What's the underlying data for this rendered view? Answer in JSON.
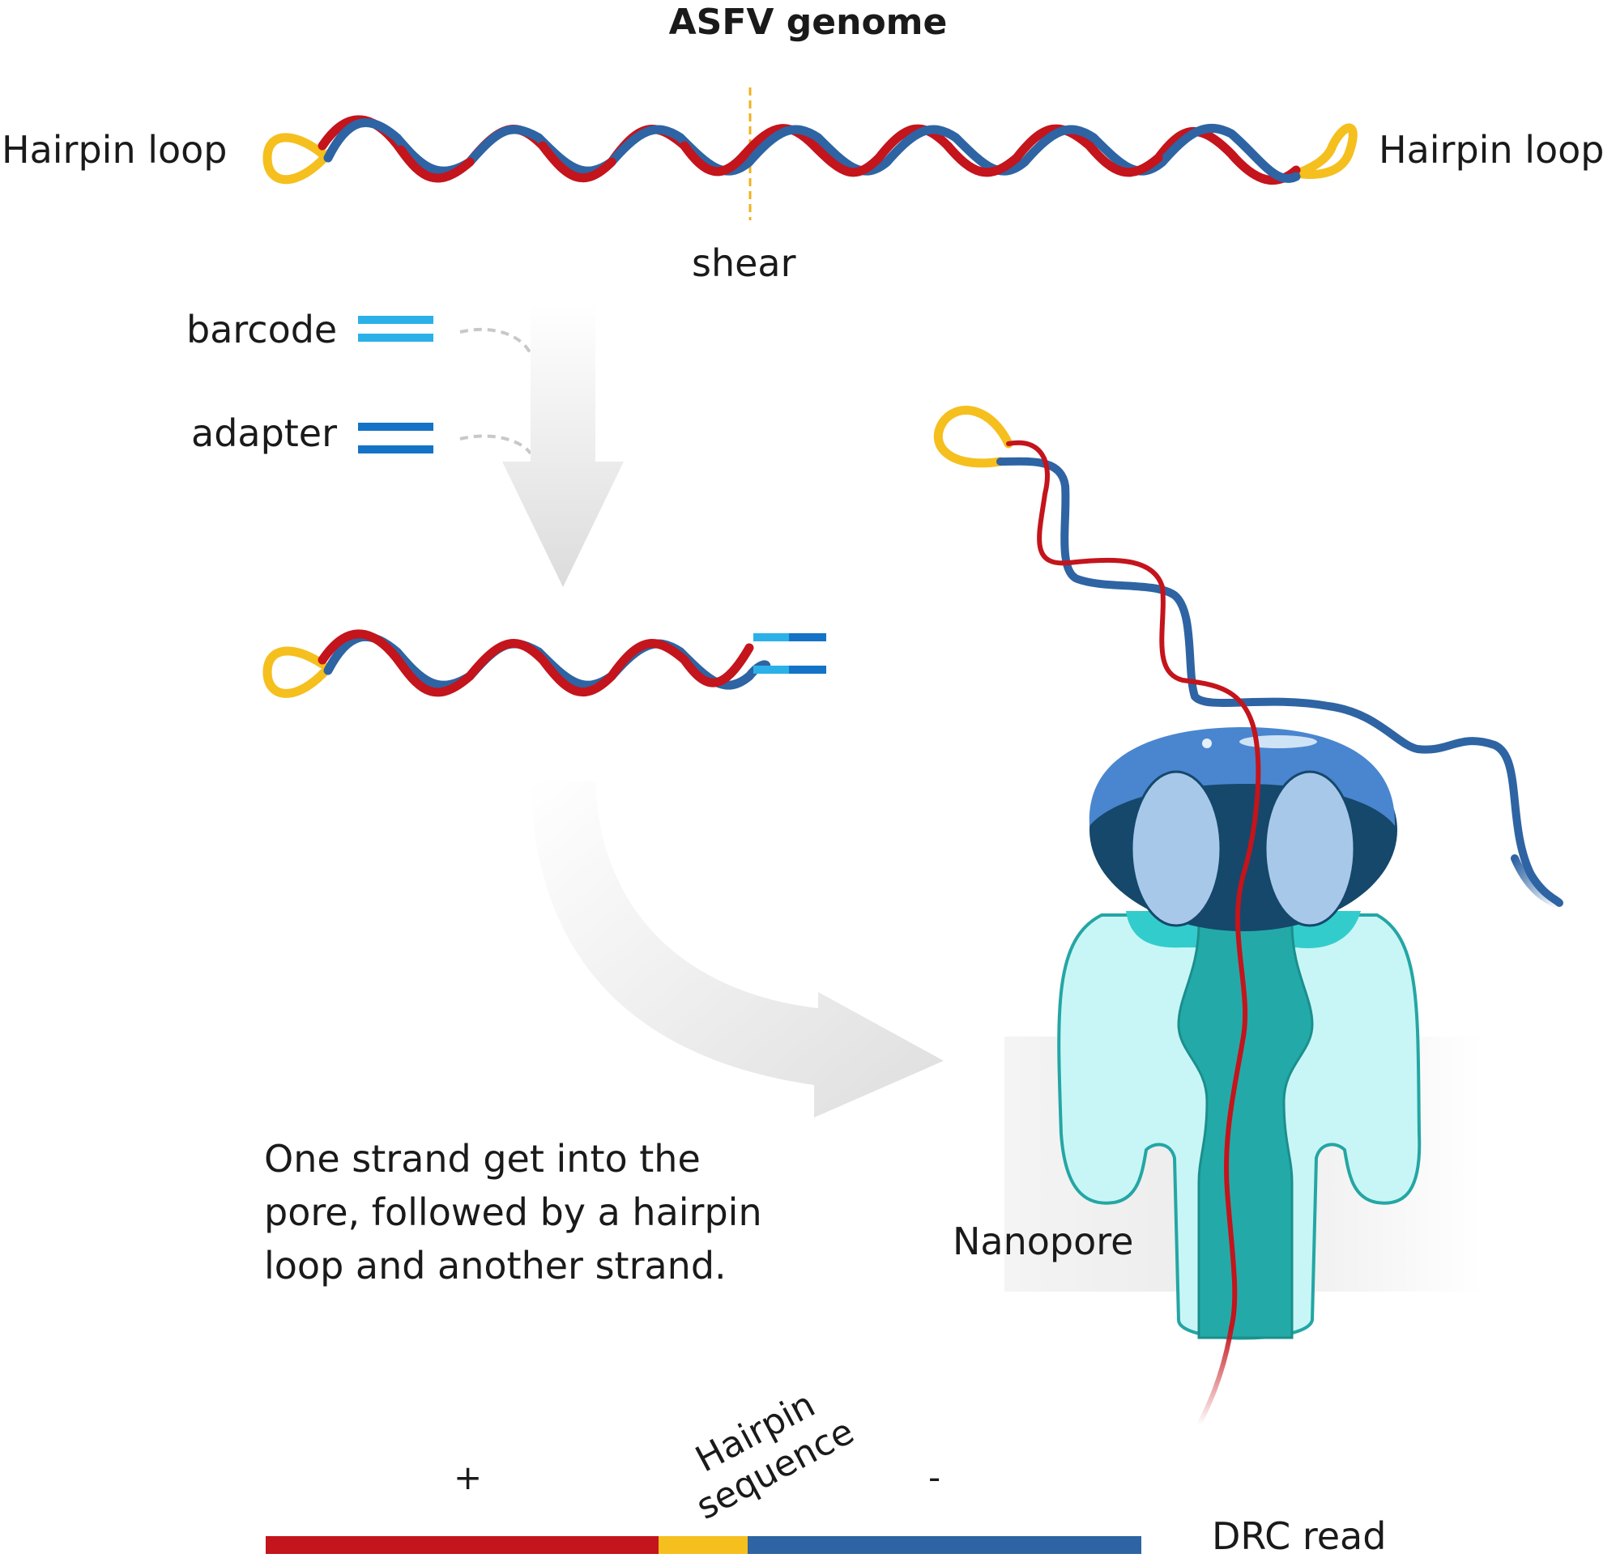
{
  "title": "ASFV genome",
  "labels": {
    "hairpin_left": "Hairpin loop",
    "hairpin_right": "Hairpin loop",
    "shear": "shear",
    "barcode": "barcode",
    "adapter": "adapter",
    "description": "One strand get into the pore, followed by a hairpin loop and another strand.",
    "nanopore": "Nanopore",
    "plus": "+",
    "minus": "-",
    "hairpin_sequence": "Hairpin sequence",
    "drc_read": "DRC read"
  },
  "colors": {
    "strand_plus": "#c4141c",
    "strand_minus": "#2e64a3",
    "hairpin": "#f5bf1e",
    "barcode": "#2bb1e8",
    "adapter": "#1473c6",
    "shear_line": "#f0b020",
    "arrow": "#e2e2e2",
    "pore_top": "#4a86cf",
    "pore_dark": "#15486b",
    "pore_light": "#a8c8ea",
    "pore_body": "#c8f6f6",
    "pore_channel": "#23aaa8"
  }
}
